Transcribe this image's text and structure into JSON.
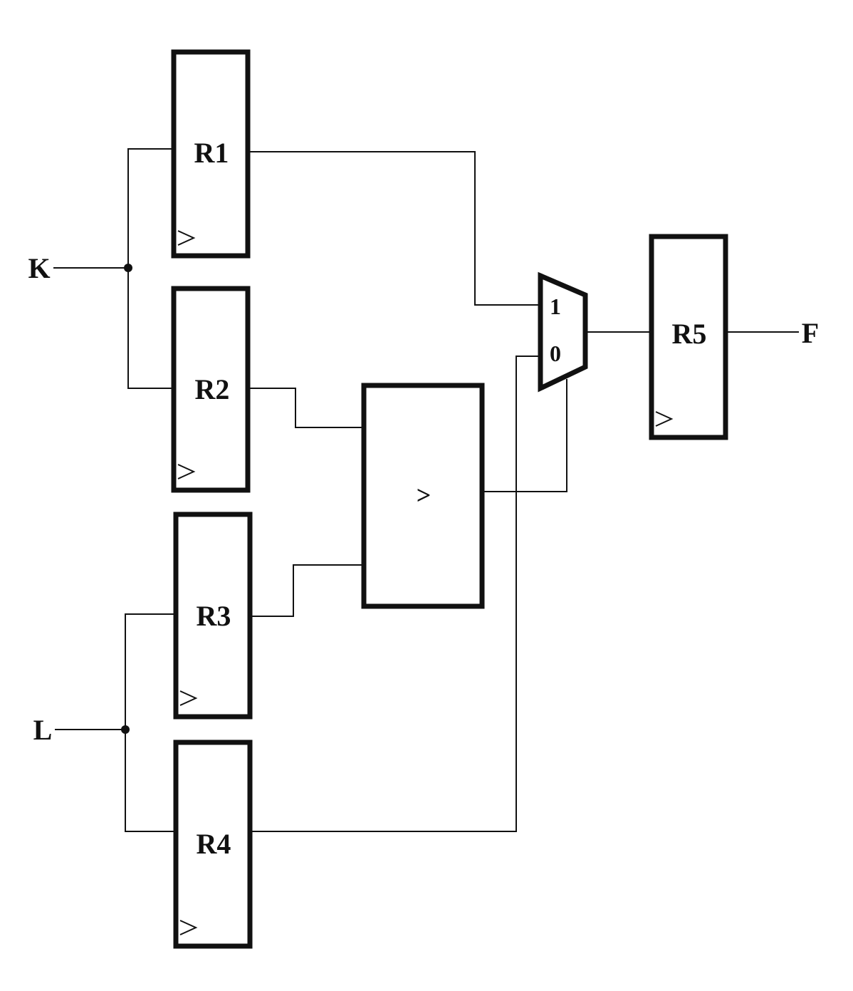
{
  "inputs": {
    "k": "K",
    "l": "L"
  },
  "output": {
    "f": "F"
  },
  "registers": {
    "r1": "R1",
    "r2": "R2",
    "r3": "R3",
    "r4": "R4",
    "r5": "R5"
  },
  "comparator": {
    "symbol": ">"
  },
  "mux": {
    "in1": "1",
    "in0": "0"
  }
}
